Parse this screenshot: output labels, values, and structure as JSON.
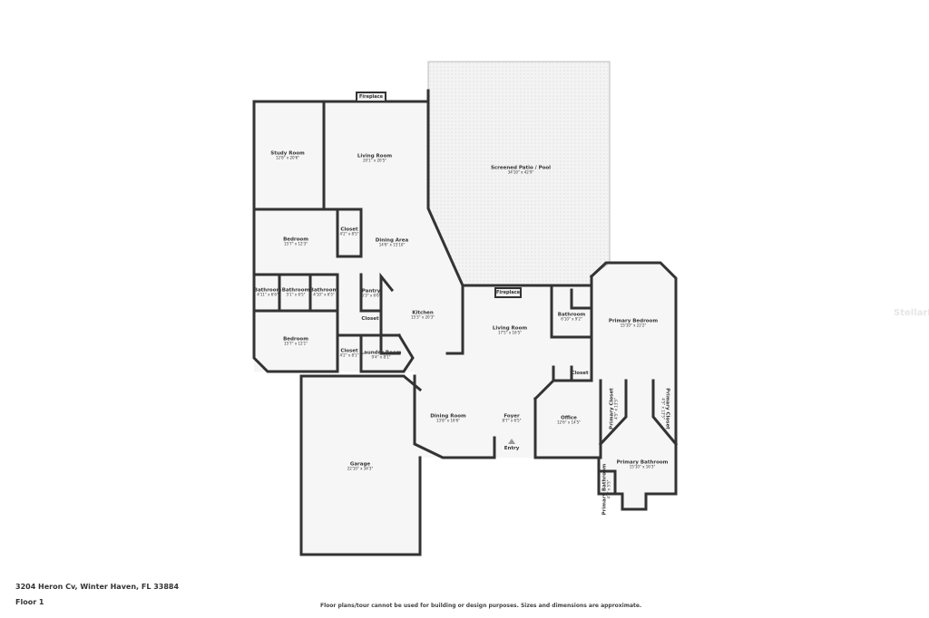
{
  "address": "3204 Heron Cv, Winter Haven, FL 33884",
  "floor": "Floor 1",
  "disclaimer": "Floor plans/tour cannot be used for building or design purposes. Sizes and dimensions are approximate.",
  "watermark": "StellarMLS",
  "colors": {
    "wall": "#333333",
    "floor": "#f6f6f6",
    "patio": "#eeeeee"
  },
  "rooms": [
    {
      "name": "Study Room",
      "dims": "12'8\" x 20'6\""
    },
    {
      "name": "Living Room",
      "dims": "20'1\" x 20'5\""
    },
    {
      "name": "Bedroom",
      "dims": "15'7\" x 12'3\""
    },
    {
      "name": "Closet",
      "dims": "4'2\" x 8'5\""
    },
    {
      "name": "Dining Area",
      "dims": "14'6\" x 15'10\""
    },
    {
      "name": "Bathroom",
      "dims": "4'11\" x 6'6\""
    },
    {
      "name": "Bathroom",
      "dims": "5'1\" x 6'5\""
    },
    {
      "name": "Bathroom",
      "dims": "4'10\" x 6'5\""
    },
    {
      "name": "Pantry",
      "dims": "5'3\" x 6'6\""
    },
    {
      "name": "Closet",
      "dims": ""
    },
    {
      "name": "Kitchen",
      "dims": "15'3\" x 20'3\""
    },
    {
      "name": "Bedroom",
      "dims": "15'7\" x 12'1\""
    },
    {
      "name": "Closet",
      "dims": "4'2\" x 8'1\""
    },
    {
      "name": "Laundry Room",
      "dims": "9'4\" x 8'1\""
    },
    {
      "name": "Screened Patio / Pool",
      "dims": "34'10\" x 42'9\""
    },
    {
      "name": "Living Room",
      "dims": "17'5\" x 16'5\""
    },
    {
      "name": "Bathroom",
      "dims": "6'10\" x 9'2\""
    },
    {
      "name": "Primary Bedroom",
      "dims": "15'10\" x 22'2\""
    },
    {
      "name": "Closet",
      "dims": ""
    },
    {
      "name": "Office",
      "dims": "12'6\" x 14'5\""
    },
    {
      "name": "Dining Room",
      "dims": "13'8\" x 16'6\""
    },
    {
      "name": "Foyer",
      "dims": "8'7\" x 6'5\""
    },
    {
      "name": "Primary Closet",
      "dims": "4'5\" x 13'5\""
    },
    {
      "name": "Primary Closet",
      "dims": "4'5\" x 13'5\""
    },
    {
      "name": "Primary Bathroom",
      "dims": "15'10\" x 16'3\""
    },
    {
      "name": "Primary Bathroom",
      "dims": "4'3\" x 5'5\""
    },
    {
      "name": "Garage",
      "dims": "22'10\" x 34'3\""
    }
  ],
  "fireplaces": [
    "Fireplace",
    "Fireplace"
  ],
  "entry": "Entry"
}
